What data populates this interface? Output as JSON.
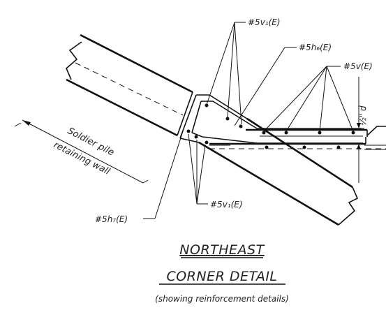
{
  "labels": {
    "v1_top": "#5v₁(E)",
    "h6": "#5h₆(E)",
    "v": "#5v(E)",
    "d": "½\" d",
    "v1_bottom": "#5v₁(E)",
    "h7": "#5h₇(E)",
    "wall_line1": "Soldier pile",
    "wall_line2": "retaining wall"
  },
  "title": {
    "line1": "NORTHEAST",
    "line2": "CORNER DETAIL"
  },
  "subtitle": "(showing reinforcement details)"
}
